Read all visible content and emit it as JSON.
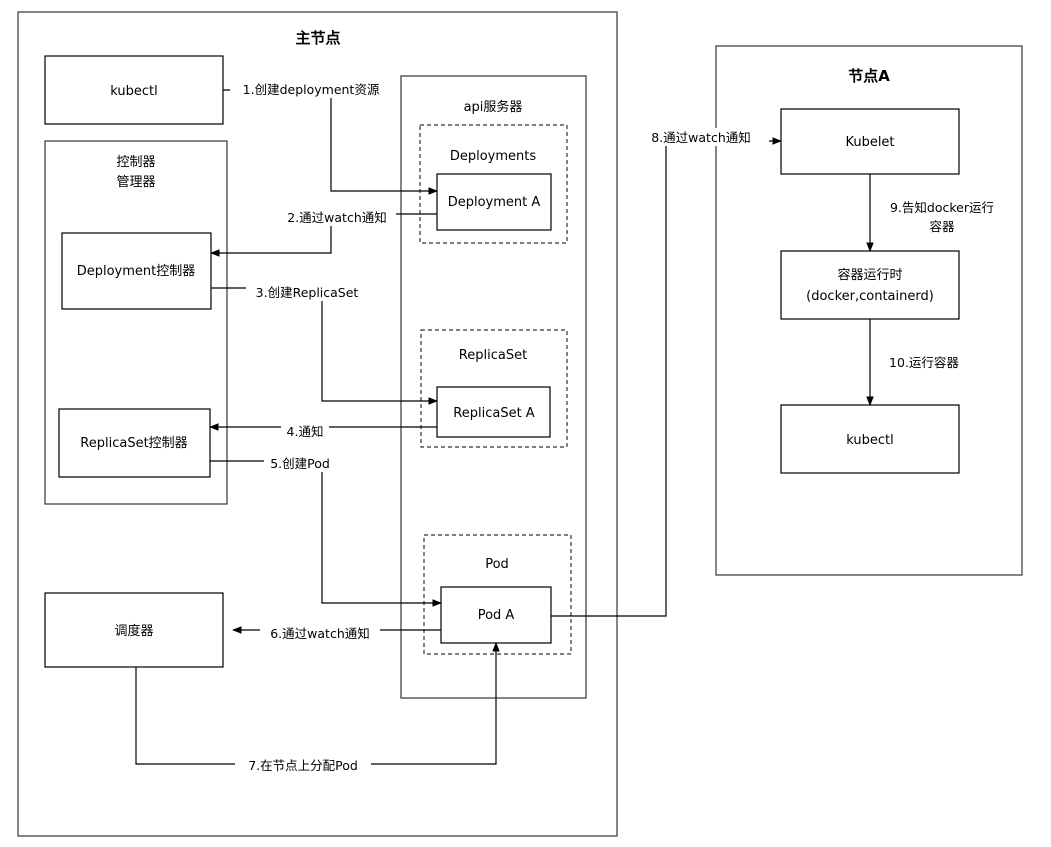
{
  "master_node": {
    "title": "主节点",
    "kubectl": "kubectl",
    "controller_manager": {
      "line1": "控制器",
      "line2": "管理器"
    },
    "deployment_controller": "Deployment控制器",
    "replicaset_controller": "ReplicaSet控制器",
    "scheduler": "调度器",
    "api_server": {
      "title": "api服务器",
      "deployments": {
        "title": "Deployments",
        "item": "Deployment A"
      },
      "replicaset": {
        "title": "ReplicaSet",
        "item": "ReplicaSet A"
      },
      "pod": {
        "title": "Pod",
        "item": "Pod A"
      }
    }
  },
  "node_a": {
    "title": "节点A",
    "kubelet": "Kubelet",
    "runtime": {
      "line1": "容器运行时",
      "line2": "(docker,containerd)"
    },
    "kubectl": "kubectl"
  },
  "edges": {
    "e1": "1.创建deployment资源",
    "e2": "2.通过watch通知",
    "e3": "3.创建ReplicaSet",
    "e4": "4.通知",
    "e5": "5.创建Pod",
    "e6": "6.通过watch通知",
    "e7": "7.在节点上分配Pod",
    "e8": "8.通过watch通知",
    "e9": {
      "line1": "9.告知docker运行",
      "line2": "容器"
    },
    "e10": "10.运行容器"
  }
}
